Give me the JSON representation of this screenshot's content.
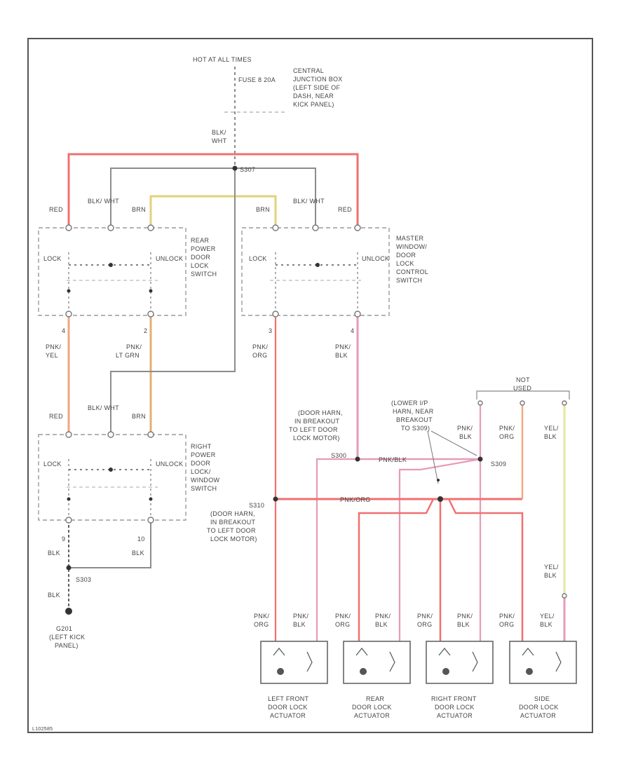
{
  "colors": {
    "red": "#f07070",
    "pink": "#e79ab8",
    "gray": "#8c8c8c",
    "yellow": "#e2d27a",
    "light_yellow": "#e6e6a0",
    "dark": "#3a3a3a"
  },
  "power": {
    "hot_label": "HOT AT ALL TIMES",
    "fuse_label": "FUSE 8 20A",
    "junction_label": [
      "CENTRAL",
      "JUNCTION BOX",
      "(LEFT SIDE OF",
      "DASH, NEAR",
      "KICK PANEL)"
    ],
    "feed_wire": [
      "BLK/",
      "WHT"
    ],
    "splice": "S307"
  },
  "rear_switch": {
    "label": [
      "REAR",
      "POWER",
      "DOOR",
      "LOCK",
      "SWITCH"
    ],
    "wires_top": [
      "RED",
      "BLK/ WHT",
      "BRN"
    ],
    "pos_left": "LOCK",
    "pos_right": "UNLOCK",
    "pin_bottom_left": "4",
    "pin_bottom_right": "2",
    "out_left": [
      "PNK/",
      "YEL"
    ],
    "out_right": [
      "PNK/",
      "LT GRN"
    ]
  },
  "master_switch": {
    "label": [
      "MASTER",
      "WINDOW/",
      "DOOR",
      "LOCK",
      "CONTROL",
      "SWITCH"
    ],
    "wires_top": [
      "BRN",
      "BLK/ WHT",
      "RED"
    ],
    "pos_left": "LOCK",
    "pos_right": "UNLOCK",
    "pin_bottom_left": "3",
    "pin_bottom_right": "4",
    "out_left": [
      "PNK/",
      "ORG"
    ],
    "out_right": [
      "PNK/",
      "BLK"
    ]
  },
  "right_switch": {
    "label": [
      "RIGHT",
      "POWER",
      "DOOR",
      "LOCK/",
      "WINDOW",
      "SWITCH"
    ],
    "wires_top": [
      "RED",
      "BLK/ WHT",
      "BRN"
    ],
    "pos_left": "LOCK",
    "pos_right": "UNLOCK",
    "pin_bottom_left": "9",
    "pin_bottom_right": "10",
    "out_left": "BLK",
    "out_right": "BLK"
  },
  "ground": {
    "splice": "S303",
    "wire": "BLK",
    "label": [
      "G201",
      "(LEFT KICK",
      "PANEL)"
    ]
  },
  "notes": {
    "s309_callout": [
      "(DOOR HARN,",
      "IN BREAKOUT",
      "TO LEFT DOOR",
      "LOCK MOTOR)"
    ],
    "s310_callout": [
      "(DOOR HARN,",
      "IN BREAKOUT",
      "TO LEFT DOOR",
      "LOCK MOTOR)"
    ],
    "s300": "S300",
    "s310": "S310",
    "s309": "S309",
    "lower_callout": [
      "(LOWER I/P",
      "HARN, NEAR",
      "BREAKOUT",
      "TO S309)"
    ],
    "not_used": [
      "NOT",
      "USED"
    ],
    "pnk_blk": "PNK/BLK",
    "pnk_org": "PNK/ORG"
  },
  "right_wires": {
    "w1": [
      "PNK/",
      "BLK"
    ],
    "w2": [
      "PNK/",
      "ORG"
    ],
    "w3": [
      "YEL/",
      "BLK"
    ],
    "w4": [
      "YEL/",
      "BLK"
    ]
  },
  "actuators": [
    {
      "label": [
        "LEFT FRONT",
        "DOOR LOCK",
        "ACTUATOR"
      ],
      "w1": [
        "PNK/",
        "ORG"
      ],
      "w2": [
        "PNK/",
        "BLK"
      ]
    },
    {
      "label": [
        "REAR",
        "DOOR LOCK",
        "ACTUATOR"
      ],
      "w1": [
        "PNK/",
        "ORG"
      ],
      "w2": [
        "PNK/",
        "BLK"
      ]
    },
    {
      "label": [
        "RIGHT FRONT",
        "DOOR LOCK",
        "ACTUATOR"
      ],
      "w1": [
        "PNK/",
        "ORG"
      ],
      "w2": [
        "PNK/",
        "BLK"
      ]
    },
    {
      "label": [
        "SIDE",
        "DOOR LOCK",
        "ACTUATOR"
      ],
      "w1": [
        "PNK/",
        "ORG"
      ],
      "w2": [
        "YEL/",
        "BLK"
      ]
    }
  ],
  "footer_id": "L102585"
}
